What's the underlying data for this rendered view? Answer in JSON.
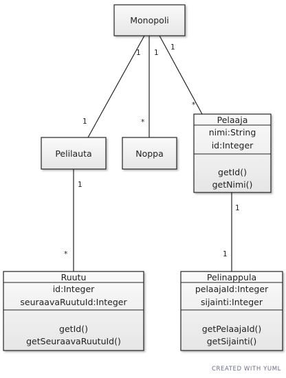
{
  "classes": {
    "monopoli": {
      "name": "Monopoli"
    },
    "pelilauta": {
      "name": "Pelilauta"
    },
    "noppa": {
      "name": "Noppa"
    },
    "pelaaja": {
      "name": "Pelaaja",
      "attributes": [
        "nimi:String",
        "id:Integer"
      ],
      "methods": [
        "getId()",
        "getNimi()"
      ]
    },
    "ruutu": {
      "name": "Ruutu",
      "attributes": [
        "id:Integer",
        "seuraavaRuutuId:Integer"
      ],
      "methods": [
        "getId()",
        "getSeuraavaRuutuId()"
      ]
    },
    "pelinappula": {
      "name": "Pelinappula",
      "attributes": [
        "pelaajaId:Integer",
        "sijainti:Integer"
      ],
      "methods": [
        "getPelaajaId()",
        "getSijainti()"
      ]
    }
  },
  "associations": {
    "monopoli_pelilauta": {
      "from_mult": "1",
      "to_mult": "1"
    },
    "monopoli_noppa": {
      "from_mult": "1",
      "to_mult": "*"
    },
    "monopoli_pelaaja": {
      "from_mult": "1",
      "to_mult": "*"
    },
    "pelilauta_ruutu": {
      "from_mult": "1",
      "to_mult": "*"
    },
    "pelaaja_pelinappula": {
      "from_mult": "1",
      "to_mult": "1"
    }
  },
  "watermark": "CREATED WITH YUML"
}
